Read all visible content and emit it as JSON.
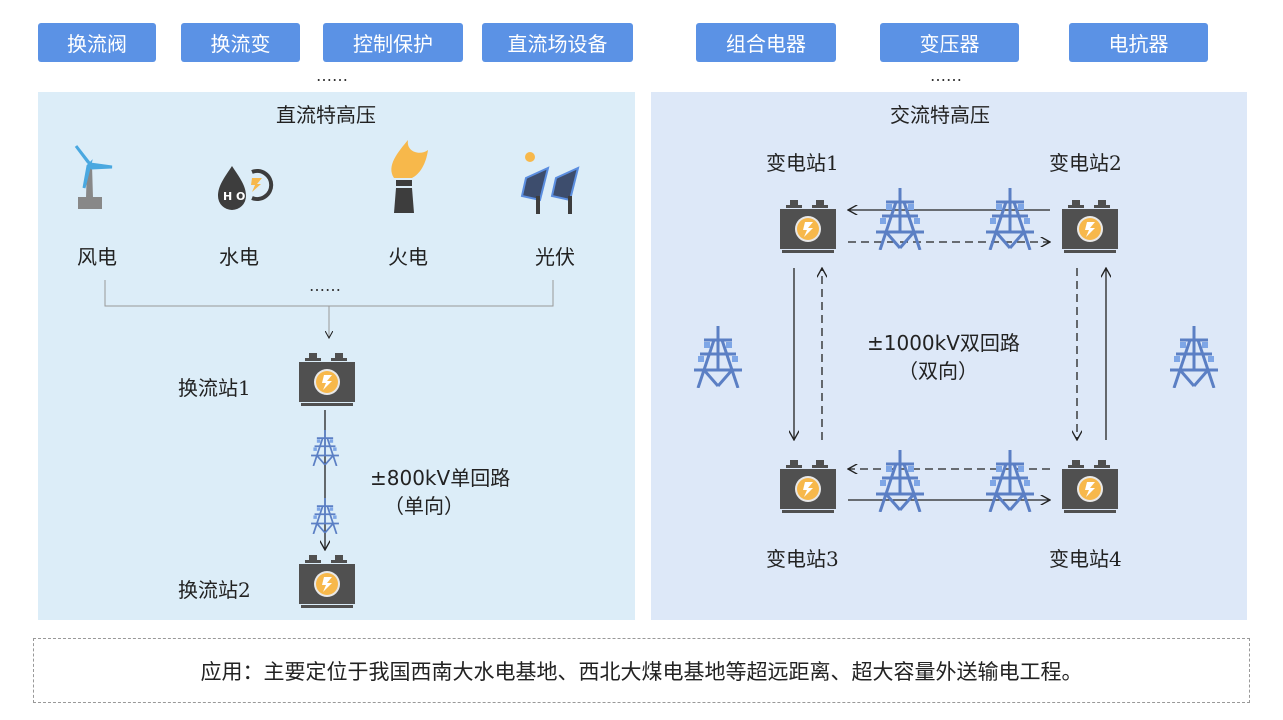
{
  "top_tags_left": [
    "换流阀",
    "换流变",
    "控制保护",
    "直流场设备"
  ],
  "top_tags_right": [
    "组合电器",
    "变压器",
    "电抗器"
  ],
  "ellipsis": "……",
  "dc": {
    "title": "直流特高压",
    "sources": [
      "风电",
      "水电",
      "火电",
      "光伏"
    ],
    "station1": "换流站1",
    "station2": "换流站2",
    "line": "±800kV单回路",
    "direction": "（单向）"
  },
  "ac": {
    "title": "交流特高压",
    "stations": [
      "变电站1",
      "变电站2",
      "变电站3",
      "变电站4"
    ],
    "line": "±1000kV双回路",
    "direction": "（双向）"
  },
  "footer": "应用：主要定位于我国西南大水电基地、西北大煤电基地等超远距离、超大容量外送输电工程。",
  "colors": {
    "tag": "#5b92e5",
    "dc_panel": "#dcedf8",
    "ac_panel": "#dde8f8",
    "tower": "#5b7fc4",
    "station": "#505050",
    "bolt": "#f7b84b"
  }
}
